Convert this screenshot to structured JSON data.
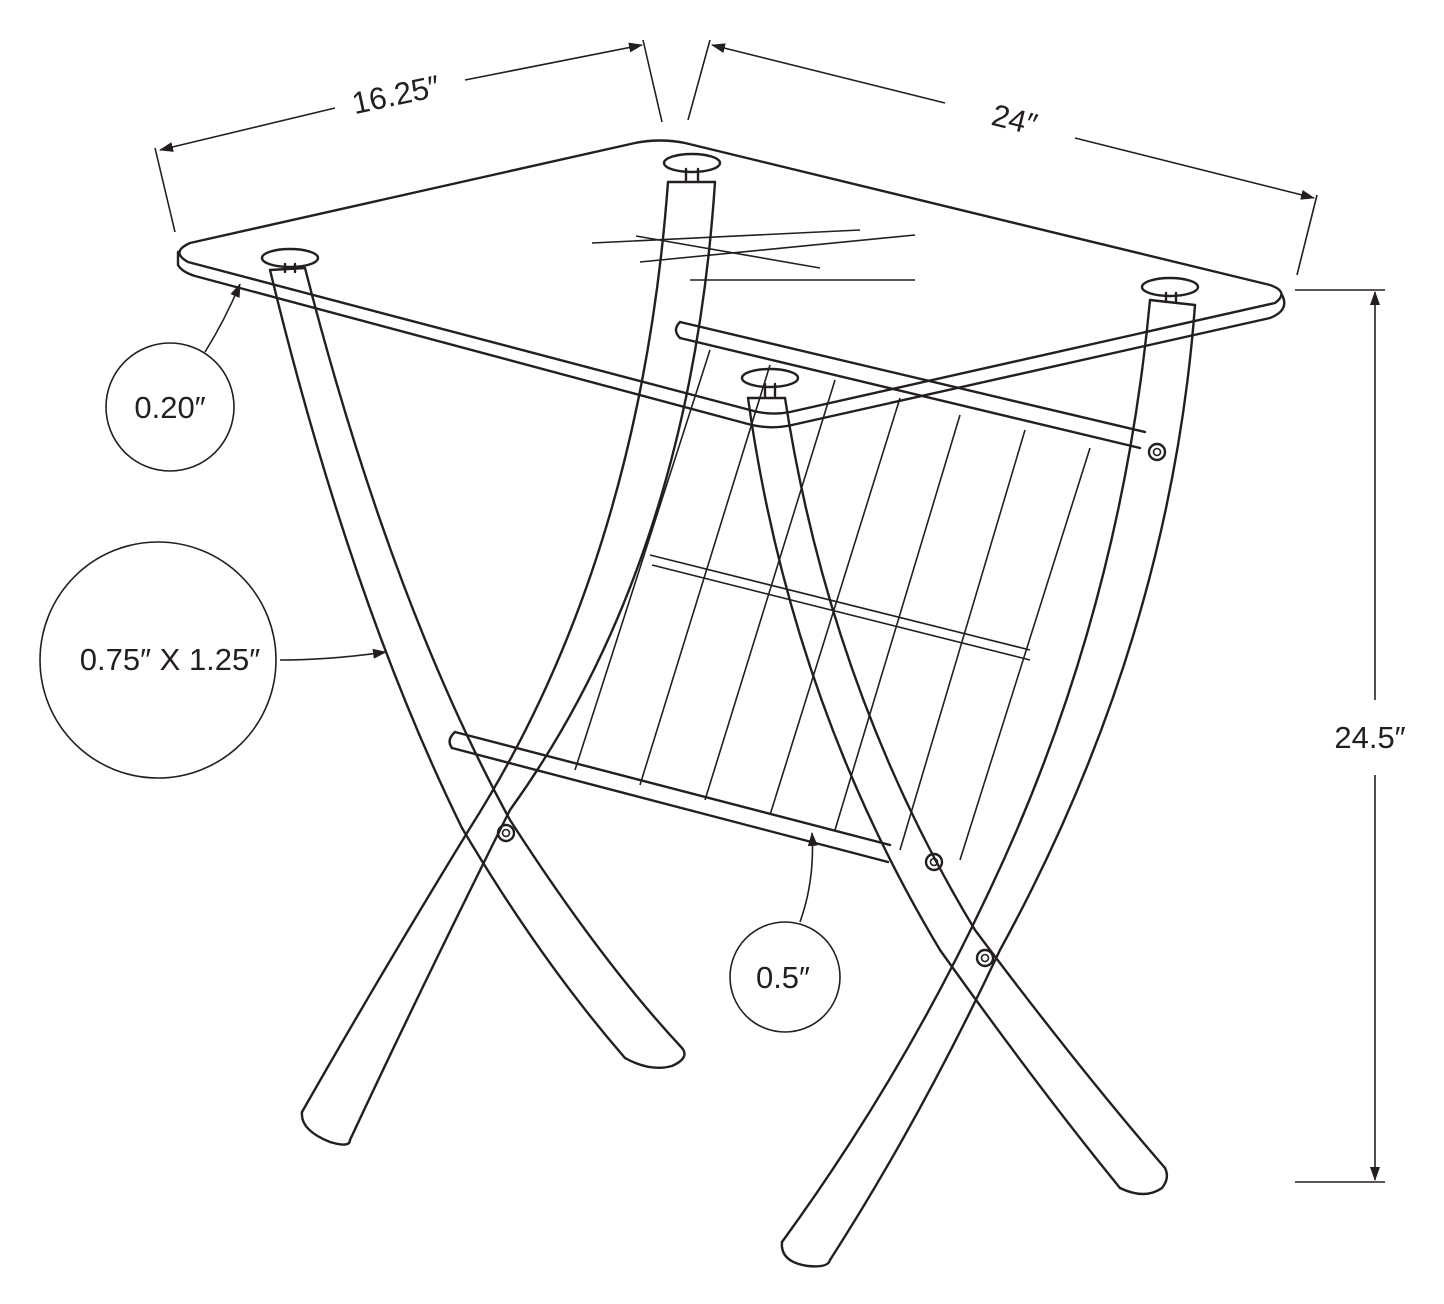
{
  "dimensions": {
    "width": "16.25″",
    "length": "24″",
    "height": "24.5″",
    "glass_thickness": "0.20″",
    "leg_profile": "0.75″ X 1.25″",
    "rod_diameter": "0.5″"
  },
  "colors": {
    "line": "#231f20",
    "background": "#ffffff"
  }
}
